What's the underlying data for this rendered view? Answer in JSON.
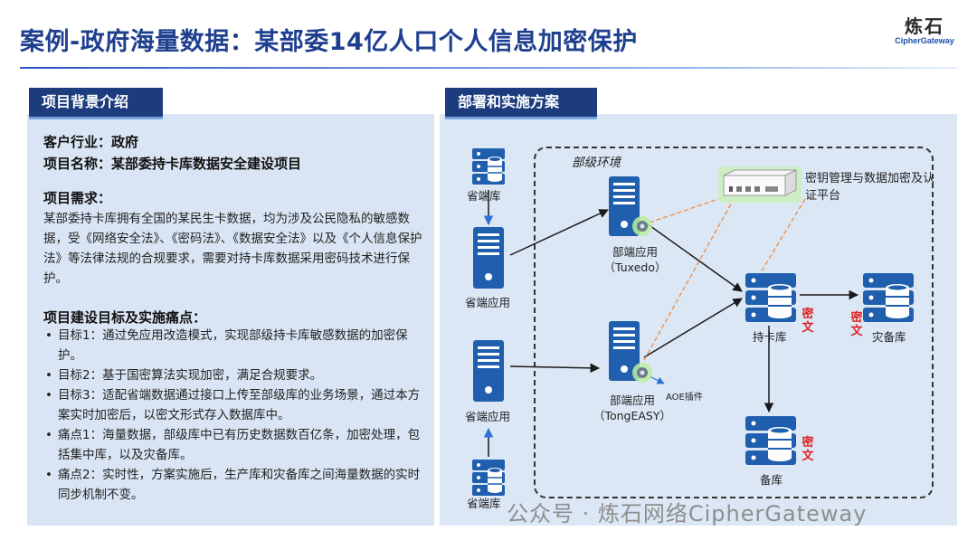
{
  "slide": {
    "title": "案例-政府海量数据：某部委14亿人口个人信息加密保护"
  },
  "logo": {
    "cn": "炼石",
    "en": "CipherGateway"
  },
  "left": {
    "tab": "项目背景介绍",
    "industry": "客户行业：政府",
    "project_name": "项目名称：某部委持卡库数据安全建设项目",
    "req_title": "项目需求：",
    "req_text": "某部委持卡库拥有全国的某民生卡数据，均为涉及公民隐私的敏感数据，受《网络安全法》、《密码法》、《数据安全法》以及《个人信息保护法》等法律法规的合规要求，需要对持卡库数据采用密码技术进行保护。",
    "goals_title": "项目建设目标及实施痛点：",
    "bullets": [
      "目标1：通过免应用改造模式，实现部级持卡库敏感数据的加密保护。",
      "目标2：基于国密算法实现加密，满足合规要求。",
      "目标3：适配省端数据通过接口上传至部级库的业务场景，通过本方案实时加密后，以密文形式存入数据库中。",
      "痛点1：海量数据，部级库中已有历史数据数百亿条，加密处理，包括集中库，以及灾备库。",
      "痛点2：实时性，方案实施后，生产库和灾备库之间海量数据的实时同步机制不变。"
    ]
  },
  "right": {
    "tab": "部署和实施方案",
    "env": "部级环境",
    "nodes": {
      "prov_db_1": "省端库",
      "prov_app_1": "省端应用",
      "prov_app_2": "省端应用",
      "prov_db_2": "省端库",
      "ministry_app_1_line1": "部端应用",
      "ministry_app_1_line2": "（Tuxedo）",
      "ministry_app_2_line1": "部端应用",
      "ministry_app_2_line2": "（TongEASY）",
      "card_db": "持卡库",
      "dr_db": "灾备库",
      "backup_db": "备库",
      "kms": "密钥管理与数据加密及认证平台",
      "aoe": "AOE插件",
      "cipher_mark": "密文"
    },
    "colors": {
      "server_blue": "#1f5fae",
      "arrow_dark": "#1a1a1a",
      "dash_orange": "#f08a3c",
      "cipher_red": "#e02020",
      "gear_green": "#4caf50"
    }
  },
  "watermark": "公众号 · 炼石网络CipherGateway"
}
